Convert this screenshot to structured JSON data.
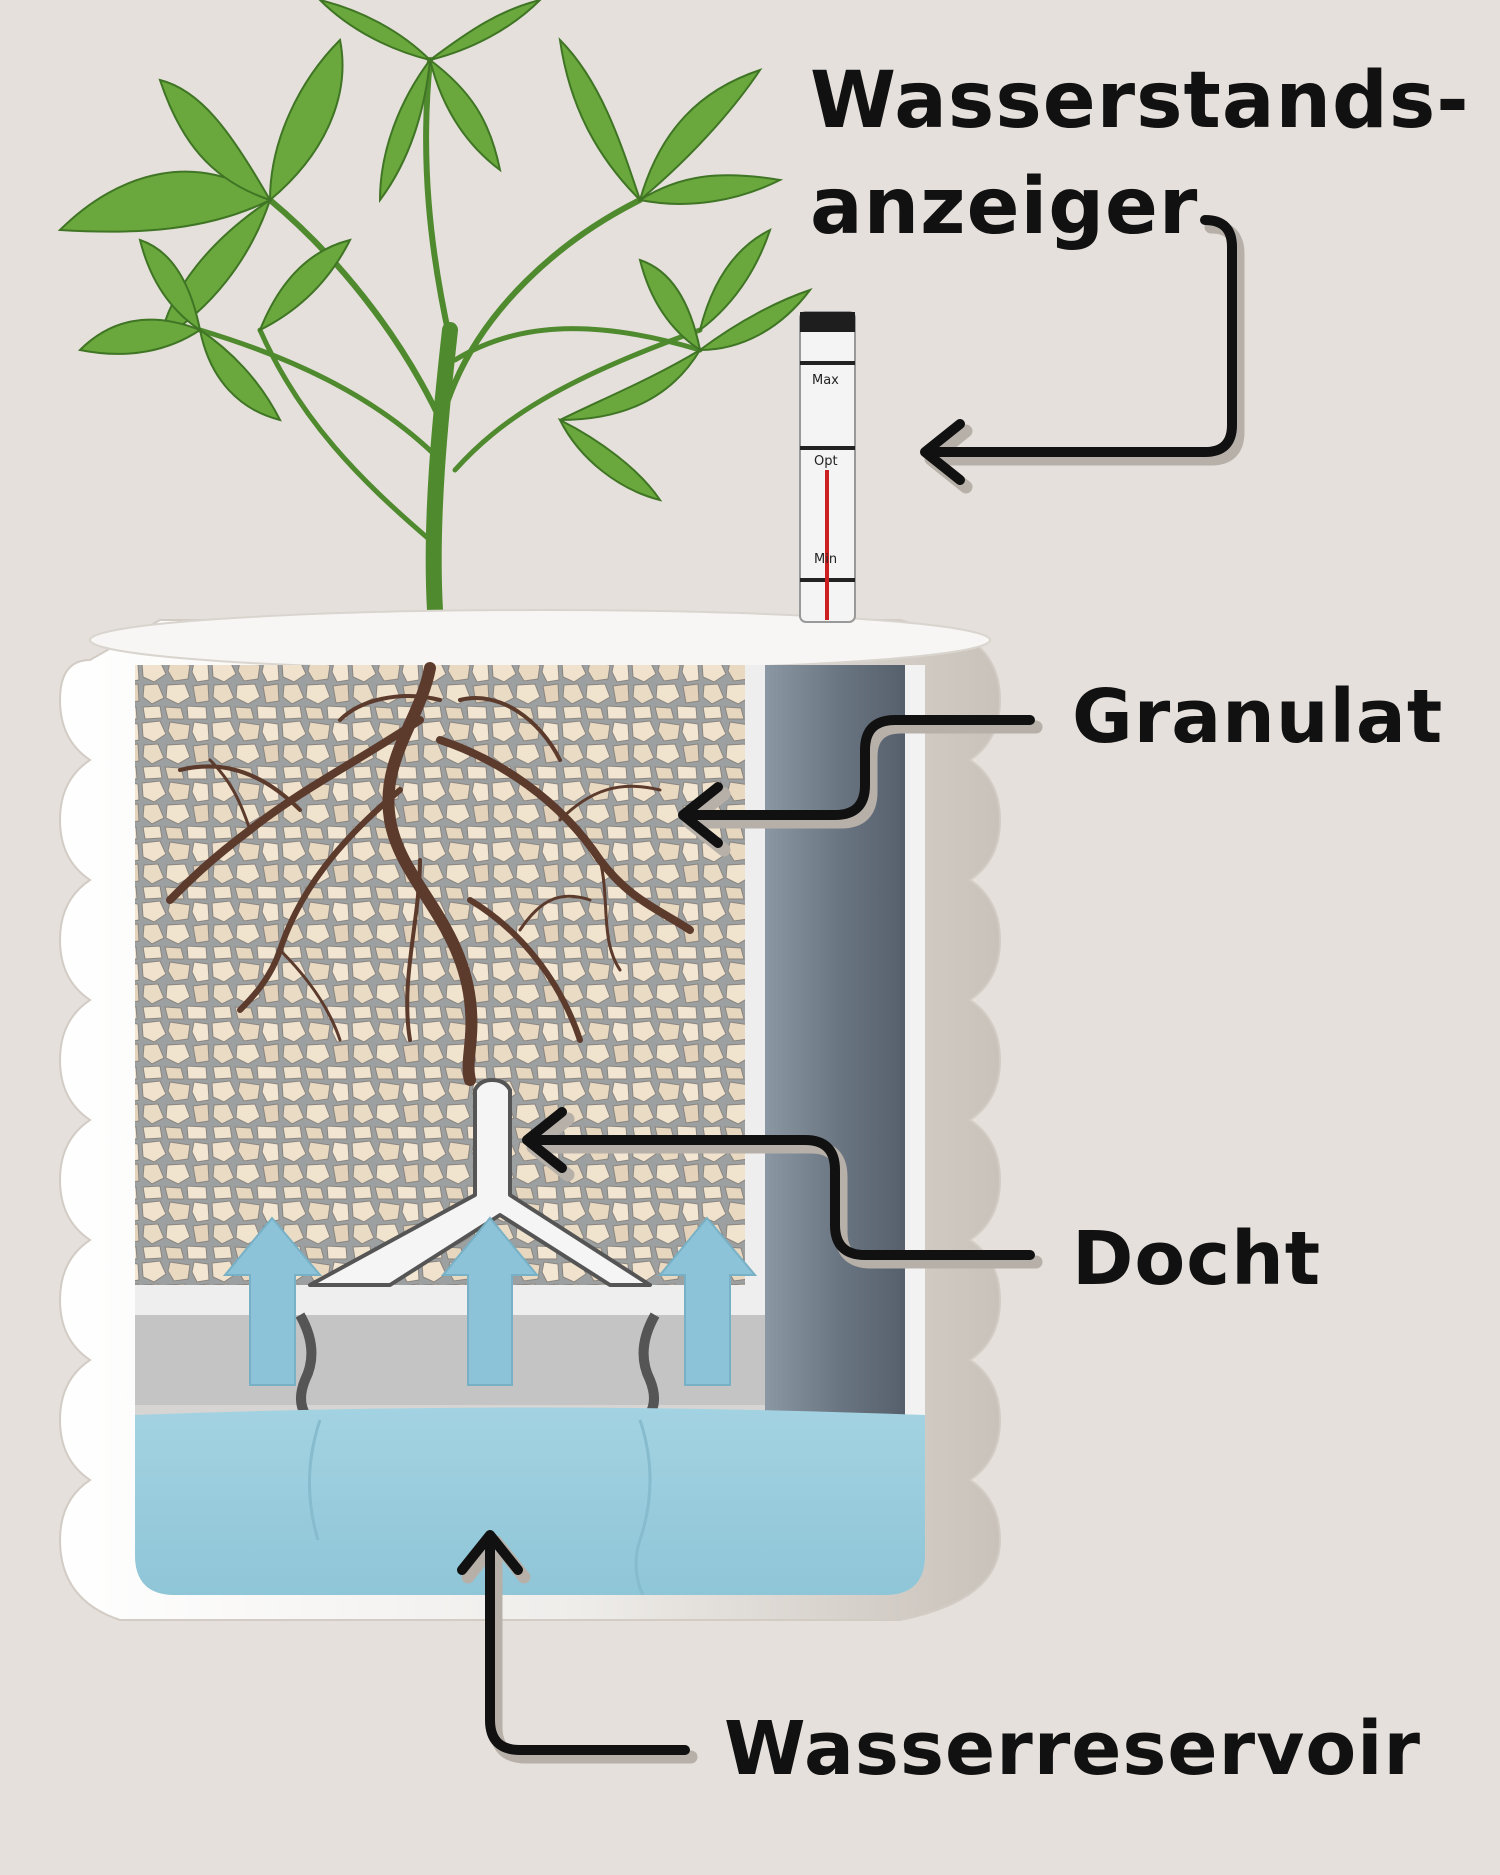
{
  "labels": {
    "wasserstand_line1": "Wasserstands-",
    "wasserstand_line2": "anzeiger",
    "granulat": "Granulat",
    "docht": "Docht",
    "wasserreservoir": "Wasserreservoir"
  },
  "gauge": {
    "max": "Max",
    "opt": "Opt",
    "min": "Min"
  },
  "colors": {
    "background": "#e5e0db",
    "water": "#a8d4e2",
    "arrow_up": "#8cc3d8",
    "pot": "#f2f1ef",
    "tube": "#6f7a86",
    "roots": "#5c3a2c",
    "leaves": "#5e9a35",
    "gauge_red": "#cc1f1f"
  },
  "icons": {
    "callout_arrows": "arrow-left-icon",
    "flow_arrows": "arrow-up-icon"
  }
}
